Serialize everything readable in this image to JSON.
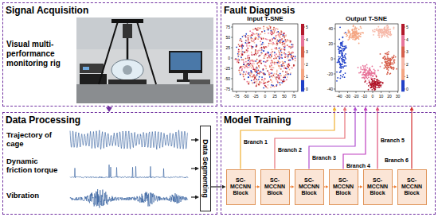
{
  "diagram": {
    "nodes": [
      {
        "text": [
          "Signal Acquisition"
        ]
      },
      {
        "text": [
          "Fault Diagnosis"
        ]
      },
      {
        "text": [
          "Data Processing"
        ]
      },
      {
        "text": [
          "Data Segmenting"
        ],
        "in": 2
      },
      {
        "text": [
          "Model Training"
        ]
      },
      {
        "text": [
          "SC-MCCNN Block"
        ],
        "in": 4
      },
      {
        "text": [
          "SC-MCCNN Block"
        ],
        "in": 4
      },
      {
        "text": [
          "SC-MCCNN Block"
        ],
        "in": 4
      },
      {
        "text": [
          "SC-MCCNN Block"
        ],
        "in": 4
      },
      {
        "text": [
          "SC-MCCNN Block"
        ],
        "in": 4
      },
      {
        "text": [
          "SC-MCCNN Block"
        ],
        "in": 4
      }
    ],
    "edges": [
      {
        "from": 0,
        "to": 2,
        "arrow": "to"
      },
      {
        "from": 3,
        "to": 5,
        "arrow": "to"
      },
      {
        "from": 5,
        "to": 6,
        "arrow": "to"
      },
      {
        "from": 6,
        "to": 7,
        "arrow": "to"
      },
      {
        "from": 7,
        "to": 8,
        "arrow": "to"
      },
      {
        "from": 8,
        "to": 9,
        "arrow": "to"
      },
      {
        "from": 9,
        "to": 10,
        "arrow": "to"
      },
      {
        "from": 5,
        "to": 1,
        "label": "Branch 1",
        "arrow": "to"
      },
      {
        "from": 6,
        "to": 1,
        "label": "Branch 2",
        "arrow": "to"
      },
      {
        "from": 7,
        "to": 1,
        "label": "Branch 3",
        "arrow": "to"
      },
      {
        "from": 8,
        "to": 1,
        "label": "Branch 4",
        "arrow": "to"
      },
      {
        "from": 9,
        "to": 1,
        "label": "Branch 5",
        "arrow": "to"
      },
      {
        "from": 10,
        "to": 1,
        "label": "Branch 6",
        "arrow": "to"
      }
    ],
    "labels": [
      "Visual multi-performance monitoring rig",
      "Trajectory of cage",
      "Dynamic friction torque",
      "Vibration",
      "Input T-SNE",
      "Output T-SNE",
      "75",
      "50",
      "25",
      "0",
      "-25",
      "-50",
      "-75",
      "-75",
      "-50",
      "-25",
      "0",
      "25",
      "50",
      "75",
      "5",
      "4",
      "3",
      "2",
      "1",
      "0",
      "40",
      "20",
      "0",
      "-20",
      "-40",
      "-40",
      "-30",
      "-20",
      "-10",
      "0",
      "10",
      "20",
      "30",
      "5",
      "4",
      "3",
      "2",
      "1",
      "0"
    ]
  }
}
